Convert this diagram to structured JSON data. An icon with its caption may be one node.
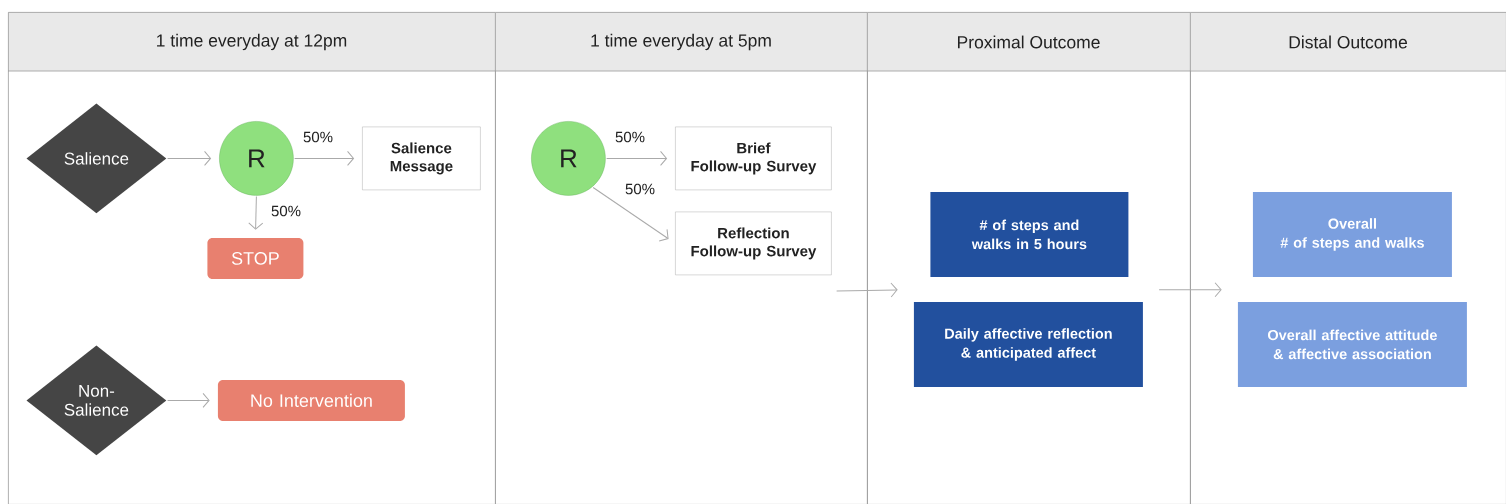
{
  "diagram": {
    "nodes": [
      {
        "text": [
          "1 time everyday at 12pm"
        ]
      },
      {
        "text": [
          "1 time everyday at 5pm"
        ]
      },
      {
        "text": [
          "Proximal Outcome"
        ]
      },
      {
        "text": [
          "Distal Outcome"
        ]
      },
      {
        "text": [
          "Salience"
        ],
        "in": 0
      },
      {
        "text": [
          "R"
        ],
        "in": 0
      },
      {
        "text": [
          "Salience Message"
        ],
        "in": 0
      },
      {
        "text": [
          "STOP"
        ],
        "in": 0
      },
      {
        "text": [
          "Non-Salience"
        ],
        "in": 0
      },
      {
        "text": [
          "No Intervention"
        ],
        "in": 0
      },
      {
        "text": [
          "R"
        ],
        "in": 1
      },
      {
        "text": [
          "Brief Follow-up Survey"
        ],
        "in": 1
      },
      {
        "text": [
          "Reflection Follow-up Survey"
        ],
        "in": 1
      },
      {
        "text": [
          "# of steps and walks in 5 hours"
        ],
        "in": 2
      },
      {
        "text": [
          "Daily affective reflection & anticipated affect"
        ],
        "in": 2
      },
      {
        "text": [
          "Overall # of steps and walks"
        ],
        "in": 3
      },
      {
        "text": [
          "Overall affective attitude & affective association"
        ],
        "in": 3
      }
    ],
    "edges": [
      {
        "from": 4,
        "to": 5,
        "arrow": "to"
      },
      {
        "from": 5,
        "to": 6,
        "arrow": "to",
        "label": "50%"
      },
      {
        "from": 5,
        "to": 7,
        "arrow": "to",
        "label": "50%"
      },
      {
        "from": 8,
        "to": 9,
        "arrow": "to"
      },
      {
        "from": 10,
        "to": 11,
        "arrow": "to",
        "label": "50%"
      },
      {
        "from": 10,
        "to": 12,
        "arrow": "to",
        "label": "50%"
      },
      {
        "from": 12,
        "to": 14,
        "arrow": "to"
      },
      {
        "from": 14,
        "to": 16,
        "arrow": "to"
      }
    ]
  }
}
